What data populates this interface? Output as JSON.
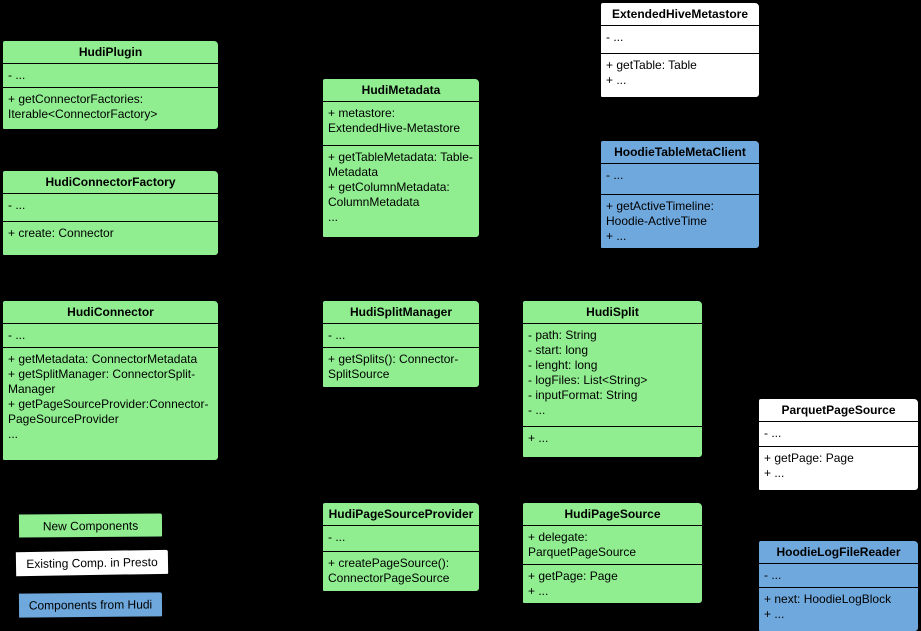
{
  "background": "#000000",
  "colors": {
    "new_component": "#90EE90",
    "existing_presto": "#FFFFFF",
    "from_hudi": "#6FA8DC",
    "border": "#000000",
    "text": "#000000"
  },
  "classes": [
    {
      "title": "HudiPlugin",
      "color": "#90EE90",
      "sections": [
        "- ...",
        "+ getConnectorFactories: Iterable<ConnectorFactory>"
      ]
    },
    {
      "title": "HudiConnectorFactory",
      "color": "#90EE90",
      "sections": [
        "- ...",
        "+ create: Connector"
      ]
    },
    {
      "title": "HudiConnector",
      "color": "#90EE90",
      "sections": [
        "- ...",
        "+ getMetadata: ConnectorMetadata\n+ getSplitManager: ConnectorSplit-Manager\n+ getPageSourceProvider:Connector-PageSourceProvider\n..."
      ]
    },
    {
      "title": "HudiMetadata",
      "color": "#90EE90",
      "sections": [
        "+ metastore: ExtendedHive-Metastore",
        "+ getTableMetadata: Table-Metadata\n+ getColumnMetadata: ColumnMetadata\n..."
      ]
    },
    {
      "title": "HudiSplitManager",
      "color": "#90EE90",
      "sections": [
        "- ...",
        "+ getSplits(): Connector-SplitSource"
      ]
    },
    {
      "title": "HudiSplit",
      "color": "#90EE90",
      "sections": [
        "- path: String\n- start: long\n- lenght: long\n- logFiles: List<String>\n- inputFormat: String\n- ...",
        "+ ..."
      ]
    },
    {
      "title": "ExtendedHiveMetastore",
      "color": "#FFFFFF",
      "sections": [
        "- ...",
        "+ getTable: Table\n+ ..."
      ]
    },
    {
      "title": "HoodieTableMetaClient",
      "color": "#6FA8DC",
      "sections": [
        "- ...",
        "+ getActiveTimeline: Hoodie-ActiveTime\n+ ..."
      ]
    },
    {
      "title": "ParquetPageSource",
      "color": "#FFFFFF",
      "sections": [
        "- ...",
        "+ getPage: Page\n+ ..."
      ]
    },
    {
      "title": "HudiPageSourceProvider",
      "color": "#90EE90",
      "sections": [
        "- ...",
        "+ createPageSource(): ConnectorPageSource"
      ]
    },
    {
      "title": "HudiPageSource",
      "color": "#90EE90",
      "sections": [
        "+ delegate: ParquetPageSource",
        "+ getPage: Page\n+ ..."
      ]
    },
    {
      "title": "HoodieLogFileReader",
      "color": "#6FA8DC",
      "sections": [
        "- ...",
        "+ next: HoodieLogBlock\n+ ..."
      ]
    }
  ],
  "legend": [
    {
      "label": "New Components",
      "color": "#90EE90"
    },
    {
      "label": "Existing Comp. in Presto",
      "color": "#FFFFFF"
    },
    {
      "label": "Components from Hudi",
      "color": "#6FA8DC"
    }
  ]
}
